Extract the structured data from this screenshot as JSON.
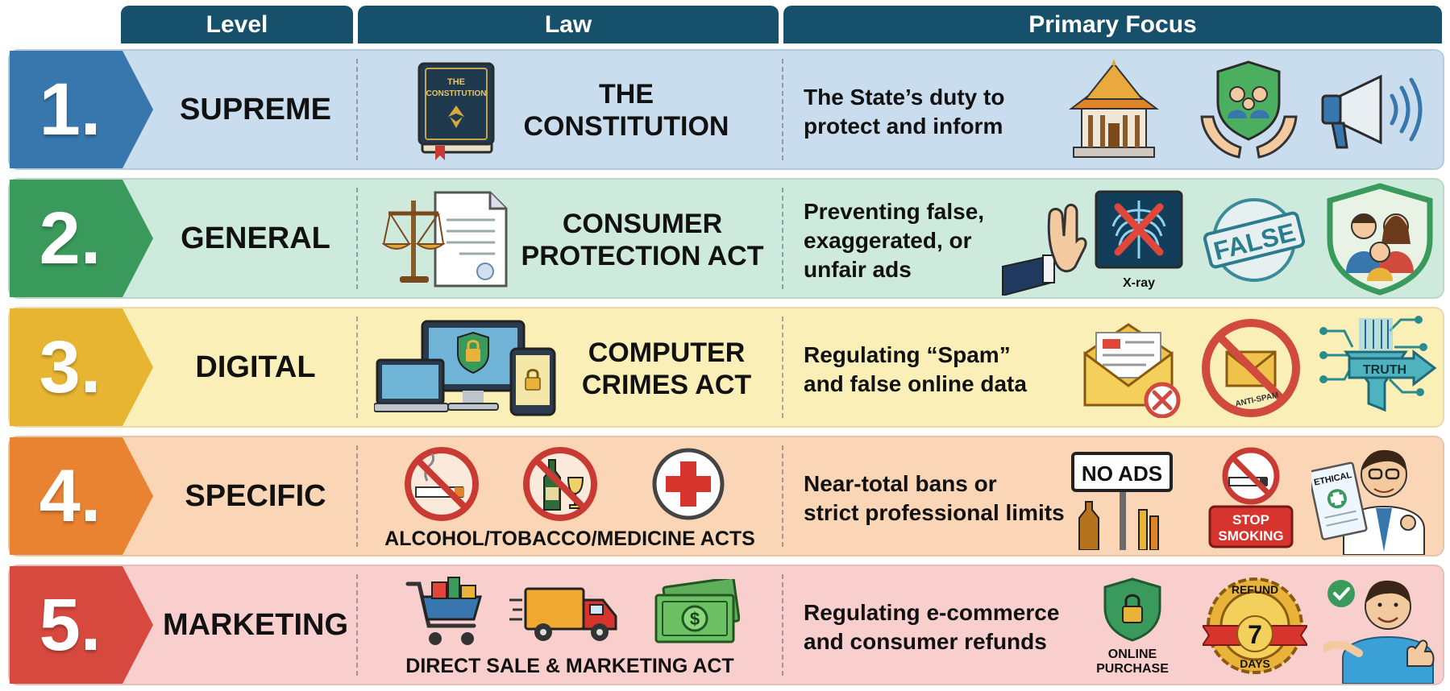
{
  "headers": {
    "level": "Level",
    "law": "Law",
    "focus": "Primary Focus"
  },
  "colors": {
    "header": "#17506b",
    "row1": "#c9ddee",
    "row2": "#cdeadc",
    "row3": "#fbefb8",
    "row4": "#fbd6b6",
    "row5": "#f8cfcc",
    "badge1": "#3777ad",
    "badge2": "#3a9a5b",
    "badge3": "#e7b531",
    "badge4": "#e98332",
    "badge5": "#d7493e"
  },
  "rows": [
    {
      "number": "1.",
      "level": "SUPREME",
      "law": {
        "title": [
          "THE",
          "CONSTITUTION"
        ],
        "icons": [
          "constitution-book-icon"
        ]
      },
      "focus": [
        "The State’s duty to",
        "protect and inform"
      ],
      "icons": [
        "thai-temple-icon",
        "protective-hands-family-icon",
        "megaphone-icon"
      ]
    },
    {
      "number": "2.",
      "level": "GENERAL",
      "law": {
        "title": [
          "CONSUMER",
          "PROTECTION ACT"
        ],
        "icons": [
          "scales-document-icon"
        ]
      },
      "focus": [
        "Preventing false,",
        "exaggerated, or",
        "unfair ads"
      ],
      "icons": [
        "stop-hand-icon",
        "xray-icon",
        "false-stamp-icon",
        "family-shield-icon"
      ],
      "captions": {
        "xray": "X-ray",
        "stamp": "FALSE"
      }
    },
    {
      "number": "3.",
      "level": "DIGITAL",
      "law": {
        "title": [
          "COMPUTER",
          "CRIMES ACT"
        ],
        "icons": [
          "devices-lock-icon"
        ]
      },
      "focus": [
        "Regulating “Spam”",
        "and false online data"
      ],
      "icons": [
        "envelope-blocked-icon",
        "anti-spam-icon",
        "truth-filter-icon"
      ],
      "captions": {
        "antispam": "ANTI-SPAM",
        "truth": "TRUTH"
      }
    },
    {
      "number": "4.",
      "level": "SPECIFIC",
      "law": {
        "caption": "ALCOHOL/TOBACCO/MEDICINE ACTS",
        "icons": [
          "no-smoking-icon",
          "no-alcohol-icon",
          "medical-cross-icon"
        ]
      },
      "focus": [
        "Near-total bans or",
        "strict professional limits"
      ],
      "icons": [
        "no-ads-sign-icon",
        "stop-smoking-icon",
        "doctor-ethical-icon"
      ],
      "captions": {
        "noads": "NO ADS",
        "stop": [
          "STOP",
          "SMOKING"
        ],
        "ethical": "ETHICAL"
      }
    },
    {
      "number": "5.",
      "level": "MARKETING",
      "law": {
        "caption": "DIRECT SALE & MARKETING ACT",
        "icons": [
          "shopping-cart-icon",
          "delivery-truck-icon",
          "cash-icon"
        ]
      },
      "focus": [
        "Regulating e-commerce",
        "and consumer refunds"
      ],
      "icons": [
        "online-purchase-shield-icon",
        "refund-badge-icon",
        "person-thumbs-up-icon"
      ],
      "captions": {
        "online": [
          "ONLINE",
          "PURCHASE"
        ],
        "refund_top": "REFUND",
        "refund_num": "7",
        "refund_bottom": "DAYS"
      }
    }
  ]
}
